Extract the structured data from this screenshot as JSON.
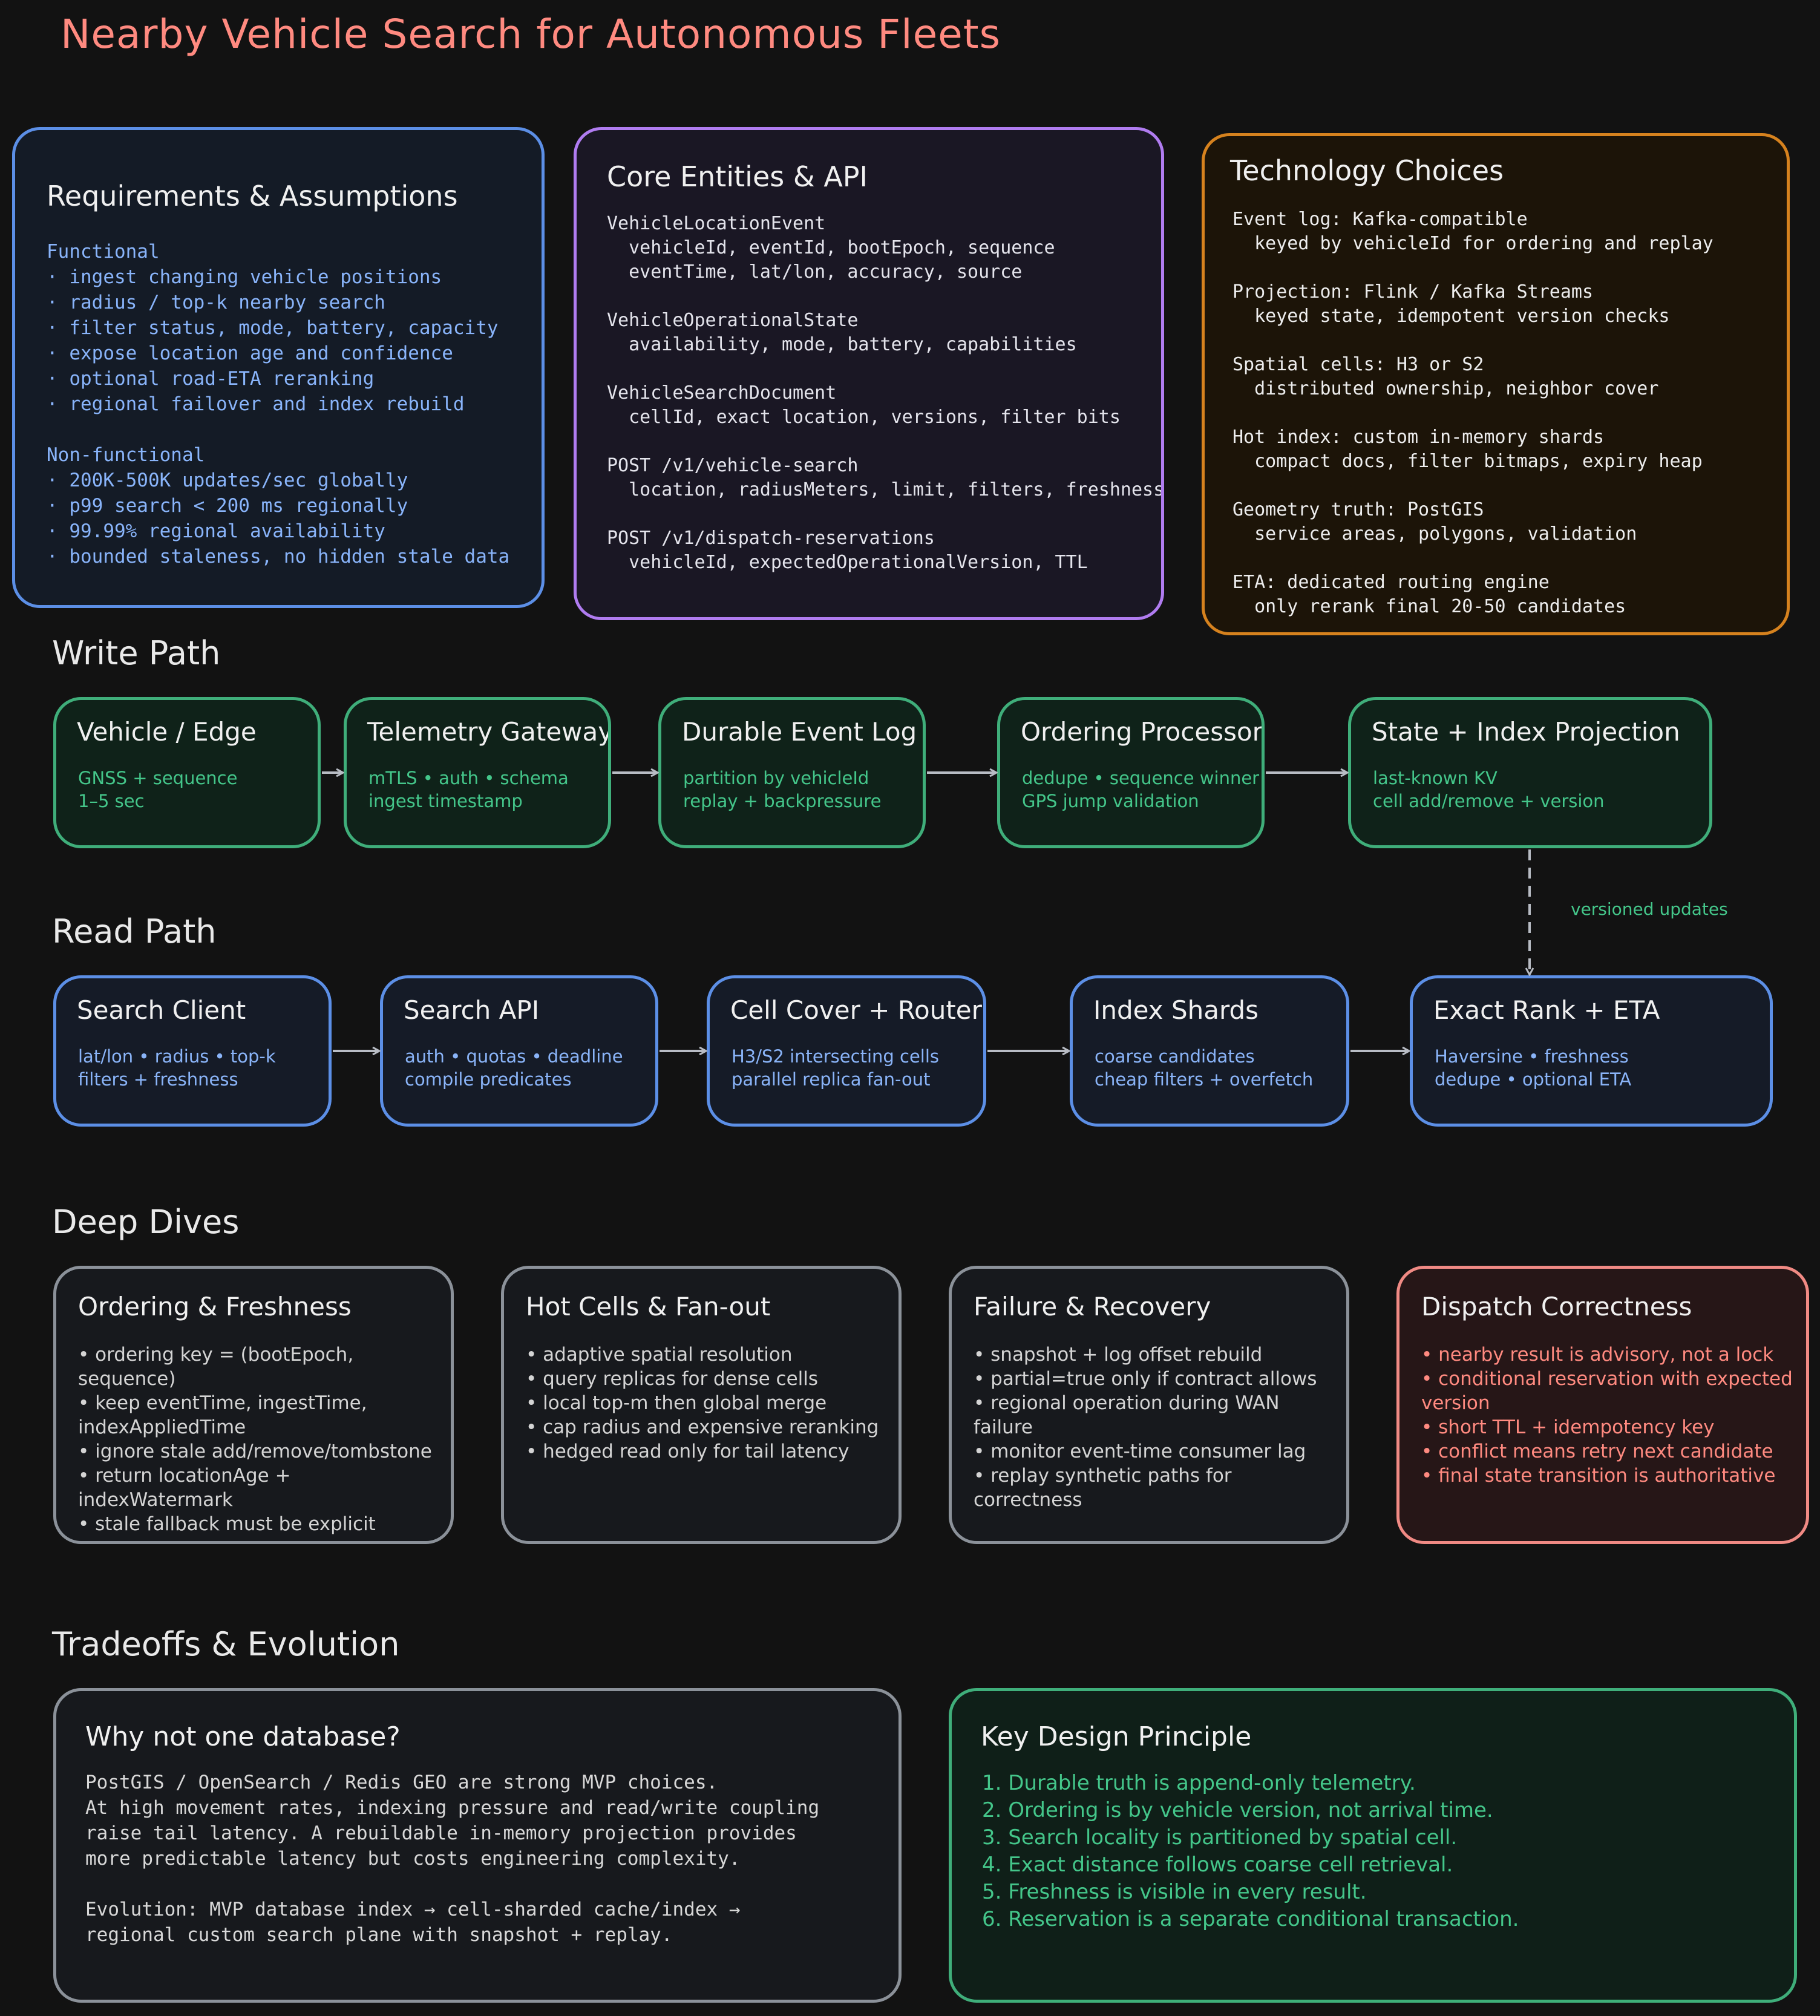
{
  "title": "Nearby Vehicle Search for Autonomous Fleets",
  "requirements": {
    "title": "Requirements & Assumptions",
    "body": "Functional\n· ingest changing vehicle positions\n· radius / top-k nearby search\n· filter status, mode, battery, capacity\n· expose location age and confidence\n· optional road-ETA reranking\n· regional failover and index rebuild\n\nNon-functional\n· 200K-500K updates/sec globally\n· p99 search < 200 ms regionally\n· 99.99% regional availability\n· bounded staleness, no hidden stale data"
  },
  "core": {
    "title": "Core Entities & API",
    "body": "VehicleLocationEvent\n  vehicleId, eventId, bootEpoch, sequence\n  eventTime, lat/lon, accuracy, source\n\nVehicleOperationalState\n  availability, mode, battery, capabilities\n\nVehicleSearchDocument\n  cellId, exact location, versions, filter bits\n\nPOST /v1/vehicle-search\n  location, radiusMeters, limit, filters, freshness\n\nPOST /v1/dispatch-reservations\n  vehicleId, expectedOperationalVersion, TTL"
  },
  "tech": {
    "title": "Technology Choices",
    "body": "Event log: Kafka-compatible\n  keyed by vehicleId for ordering and replay\n\nProjection: Flink / Kafka Streams\n  keyed state, idempotent version checks\n\nSpatial cells: H3 or S2\n  distributed ownership, neighbor cover\n\nHot index: custom in-memory shards\n  compact docs, filter bitmaps, expiry heap\n\nGeometry truth: PostGIS\n  service areas, polygons, validation\n\nETA: dedicated routing engine\n  only rerank final 20-50 candidates"
  },
  "write_path": {
    "title": "Write Path",
    "nodes": [
      {
        "title": "Vehicle / Edge",
        "sub": "GNSS + sequence\n1–5 sec"
      },
      {
        "title": "Telemetry Gateway",
        "sub": "mTLS • auth • schema\ningest timestamp"
      },
      {
        "title": "Durable Event Log",
        "sub": "partition by vehicleId\nreplay + backpressure"
      },
      {
        "title": "Ordering Processor",
        "sub": "dedupe • sequence winner\nGPS jump validation"
      },
      {
        "title": "State + Index Projection",
        "sub": "last-known KV\ncell add/remove + version"
      }
    ]
  },
  "edge_label": "versioned updates",
  "read_path": {
    "title": "Read Path",
    "nodes": [
      {
        "title": "Search Client",
        "sub": "lat/lon • radius • top-k\nfilters + freshness"
      },
      {
        "title": "Search API",
        "sub": "auth • quotas • deadline\ncompile predicates"
      },
      {
        "title": "Cell Cover + Router",
        "sub": "H3/S2 intersecting cells\nparallel replica fan-out"
      },
      {
        "title": "Index Shards",
        "sub": "coarse candidates\ncheap filters + overfetch"
      },
      {
        "title": "Exact Rank + ETA",
        "sub": "Haversine • freshness\ndedupe • optional ETA"
      }
    ]
  },
  "deep_dives": {
    "title": "Deep Dives",
    "cards": [
      {
        "title": "Ordering & Freshness",
        "items": [
          "ordering key = (bootEpoch, sequence)",
          "keep eventTime, ingestTime, indexAppliedTime",
          "ignore stale add/remove/tombstone",
          "return locationAge + indexWatermark",
          "stale fallback must be explicit"
        ]
      },
      {
        "title": "Hot Cells & Fan-out",
        "items": [
          "adaptive spatial resolution",
          "query replicas for dense cells",
          "local top-m then global merge",
          "cap radius and expensive reranking",
          "hedged read only for tail latency"
        ]
      },
      {
        "title": "Failure & Recovery",
        "items": [
          "snapshot + log offset rebuild",
          "partial=true only if contract allows",
          "regional operation during WAN failure",
          "monitor event-time consumer lag",
          "replay synthetic paths for correctness"
        ]
      },
      {
        "title": "Dispatch Correctness",
        "items": [
          "nearby result is advisory, not a lock",
          "conditional reservation with expected version",
          "short TTL + idempotency key",
          "conflict means retry next candidate",
          "final state transition is authoritative"
        ]
      }
    ]
  },
  "tradeoffs": {
    "title": "Tradeoffs & Evolution",
    "why": {
      "title": "Why not one database?",
      "body": "PostGIS / OpenSearch / Redis GEO are strong MVP choices.\nAt high movement rates, indexing pressure and read/write coupling\nraise tail latency. A rebuildable in-memory projection provides\nmore predictable latency but costs engineering complexity.\n\nEvolution: MVP database index → cell-sharded cache/index →\nregional custom search plane with snapshot + replay."
    },
    "principle": {
      "title": "Key Design Principle",
      "items": [
        "1. Durable truth is append-only telemetry.",
        "2. Ordering is by vehicle version, not arrival time.",
        "3. Search locality is partitioned by spatial cell.",
        "4. Exact distance follows coarse cell retrieval.",
        "5. Freshness is visible in every result.",
        "6. Reservation is a separate conditional transaction."
      ]
    }
  },
  "colors": {
    "write": "#3fae7a",
    "read": "#5c8fe6",
    "arrow": "#b8bcc4",
    "title": "#ff8a80"
  }
}
